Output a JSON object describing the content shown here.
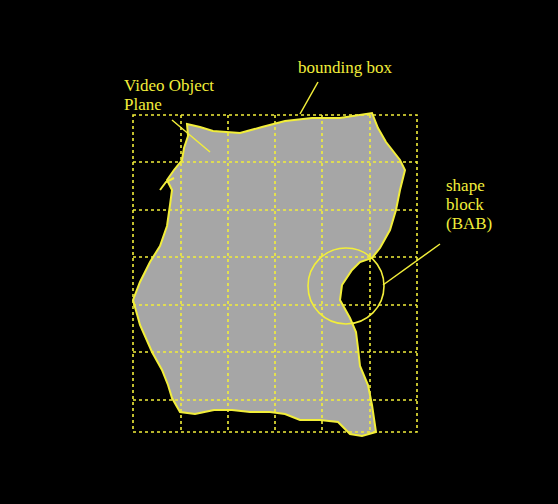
{
  "diagram": {
    "labels": [
      "Video Object Plane",
      "bounding box",
      "shape block (BAB)"
    ]
  }
}
